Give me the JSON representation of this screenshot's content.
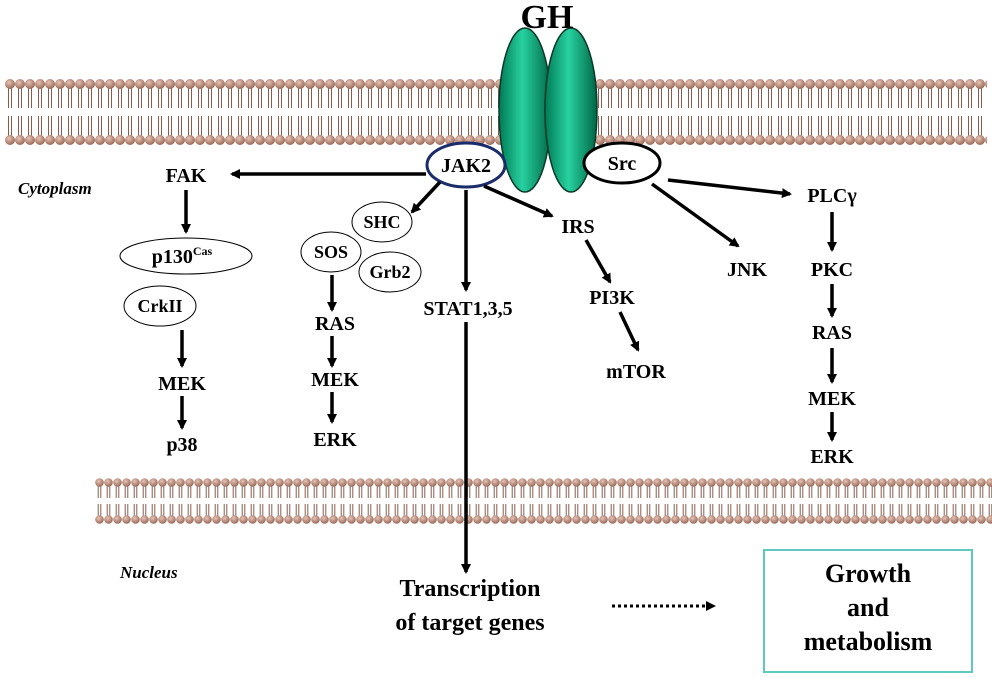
{
  "title": "GH",
  "regions": {
    "cytoplasm": "Cytoplasm",
    "nucleus": "Nucleus"
  },
  "receptor": {
    "jak2": "JAK2",
    "src": "Src"
  },
  "pathway_fak": {
    "fak": "FAK",
    "p130": "p130",
    "p130_sup": "Cas",
    "crk": "CrkII",
    "mek": "MEK",
    "p38": "p38"
  },
  "pathway_shc": {
    "shc": "SHC",
    "sos": "SOS",
    "grb2": "Grb2",
    "ras": "RAS",
    "mek": "MEK",
    "erk": "ERK"
  },
  "pathway_stat": {
    "stat": "STAT1,3,5"
  },
  "pathway_irs": {
    "irs": "IRS",
    "pi3k": "PI3K",
    "mtor": "mTOR"
  },
  "pathway_jnk": {
    "jnk": "JNK"
  },
  "pathway_plc": {
    "plc": "PLCγ",
    "pkc": "PKC",
    "ras": "RAS",
    "mek": "MEK",
    "erk": "ERK"
  },
  "nucleus": {
    "transcription_line1": "Transcription",
    "transcription_line2": "of target genes"
  },
  "outcome": {
    "line1": "Growth",
    "line2": "and",
    "line3": "metabolism"
  },
  "colors": {
    "membrane_head": "#a87968",
    "membrane_tail": "#8a5a4c",
    "receptor": "#00a070",
    "outcome_border": "#5fc9c0"
  }
}
